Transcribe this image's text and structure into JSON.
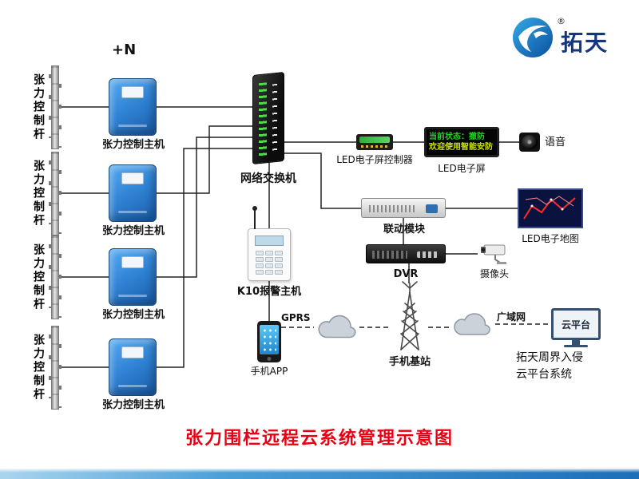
{
  "title": "张力围栏远程云系统管理示意图",
  "logo": {
    "brand": "拓天",
    "registered": "®"
  },
  "annotations": {
    "plus_n": "+N",
    "gprs": "GPRS",
    "wan": "广域网"
  },
  "tension": {
    "pole_label": "张力控制杆",
    "host_label": "张力控制主机"
  },
  "led_screen": {
    "line1": "当前状态：撤防",
    "line2": "欢迎使用智能安防"
  },
  "labels": {
    "switch": "网络交换机",
    "led_controller": "LED电子屏控制器",
    "led_screen": "LED电子屏",
    "voice": "语音",
    "linkage_module": "联动模块",
    "led_map": "LED电子地图",
    "dvr": "DVR",
    "camera": "摄像头",
    "alarm_host": "K10报警主机",
    "phone_app": "手机APP",
    "base_station": "手机基站",
    "cloud_platform": "云平台",
    "cloud_system_line1": "拓天周界入侵",
    "cloud_system_line2": "云平台系统"
  },
  "colors": {
    "title_red": "#e60012",
    "host_blue": "#2678c8",
    "led_green": "#1fd41f",
    "led_yellow": "#cde800",
    "band_blue": "#1c6fb8",
    "logo_blue": "#15357d"
  }
}
